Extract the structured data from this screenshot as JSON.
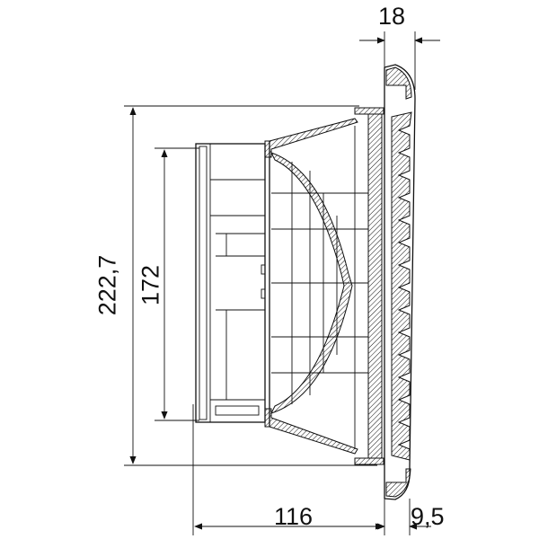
{
  "drawing": {
    "title": "Fan grille side section view",
    "dimensions": {
      "grille_depth": "18",
      "outer_height": "222,7",
      "inner_height": "172",
      "body_depth": "116",
      "flange_depth": "9,5"
    }
  }
}
